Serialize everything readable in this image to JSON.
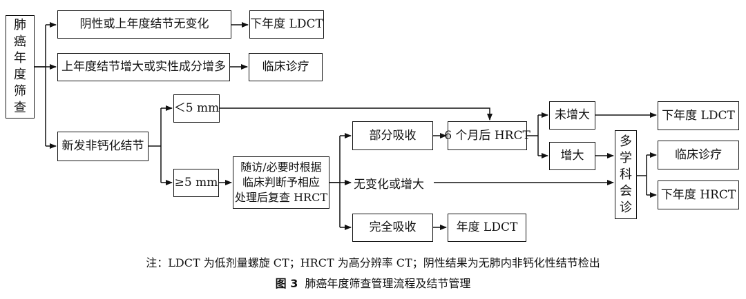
{
  "diagram": {
    "nodes": {
      "root": [
        "肺",
        "癌",
        "年",
        "度",
        "筛",
        "查"
      ],
      "negative": "阴性或上年度结节无变化",
      "ldct_next_1": "下年度 LDCT",
      "growth": "上年度结节增大或实性成分增多",
      "clinical_1": "临床诊疗",
      "new_nodule": "新发非钙化结节",
      "lt5": "＜5 mm",
      "ge5": "≥5 mm",
      "followup": "随访/必要时根据\n临床判断予相应\n处理后复查 HRCT",
      "partial": "部分吸收",
      "hrct6": "6 个月后 HRCT",
      "not_enlarged": "未增大",
      "ldct_next_2": "下年度 LDCT",
      "enlarged": "增大",
      "mdt": [
        "多",
        "学",
        "科",
        "会",
        "诊"
      ],
      "clinical_2": "临床诊疗",
      "hrct_next": "下年度 HRCT",
      "nochange": "无变化或增大",
      "complete": "完全吸收",
      "annual_ldct": "年度 LDCT"
    }
  },
  "note": "注：LDCT 为低剂量螺旋 CT；HRCT 为高分辨率 CT；阴性结果为无肺内非钙化性结节检出",
  "caption": {
    "label": "图 3",
    "title": "肺癌年度筛查管理流程及结节管理"
  }
}
